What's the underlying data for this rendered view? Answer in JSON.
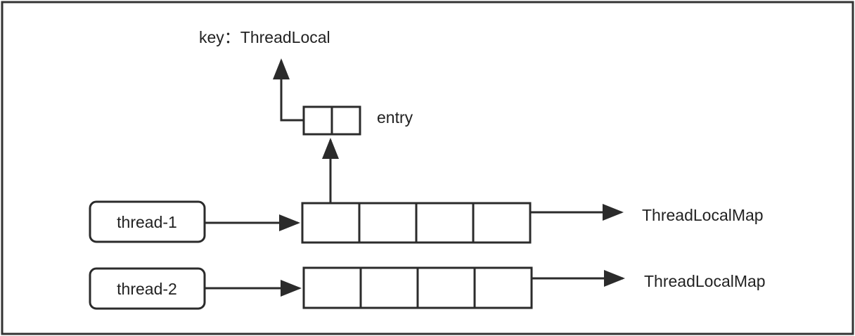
{
  "diagram": {
    "key_label": "key：ThreadLocal",
    "entry_label": "entry",
    "threads": [
      {
        "name": "thread-1",
        "map_label": "ThreadLocalMap"
      },
      {
        "name": "thread-2",
        "map_label": "ThreadLocalMap"
      }
    ],
    "cells_per_map": 4,
    "entry_cells": 2
  }
}
